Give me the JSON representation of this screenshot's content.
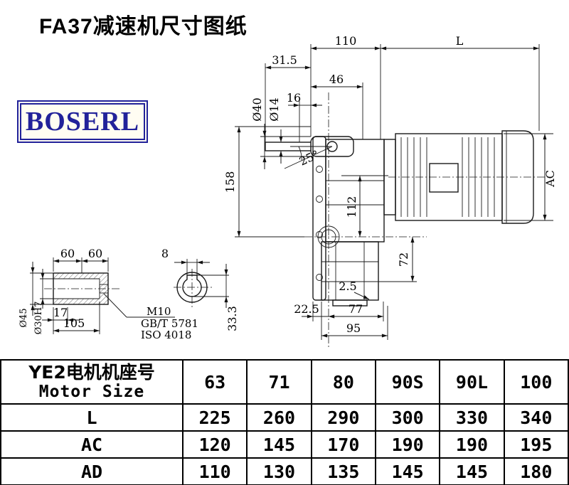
{
  "title": "FA37减速机尺寸图纸",
  "logo": {
    "text": "BOSERL"
  },
  "drawing": {
    "dims": {
      "len110": "110",
      "lenL": "L",
      "len31_5": "31.5",
      "len46": "46",
      "len16": "16",
      "dia40": "Ø40",
      "dia14": "Ø14",
      "ang25": "25°",
      "len158": "158",
      "len112": "112",
      "ac": "AC",
      "len72": "72",
      "len2_5": "2.5",
      "len22_5": "22.5",
      "len77": "77",
      "len95": "95",
      "len60a": "60",
      "len60b": "60",
      "len8": "8",
      "dia45": "Ø45",
      "dia30h7": "Ø30H7",
      "len17": "17",
      "len105": "105",
      "thread": "M10",
      "std1": "GB/T 5781",
      "std2": "ISO 4018",
      "len33_3": "33.3"
    }
  },
  "table": {
    "header": {
      "cn": "YE2电机机座号",
      "en": "Motor Size"
    },
    "sizes": [
      "63",
      "71",
      "80",
      "90S",
      "90L",
      "100"
    ],
    "rows": [
      {
        "label": "L",
        "values": [
          "225",
          "260",
          "290",
          "300",
          "330",
          "340"
        ]
      },
      {
        "label": "AC",
        "values": [
          "120",
          "145",
          "170",
          "190",
          "190",
          "195"
        ]
      },
      {
        "label": "AD",
        "values": [
          "110",
          "130",
          "135",
          "145",
          "145",
          "180"
        ]
      }
    ]
  }
}
